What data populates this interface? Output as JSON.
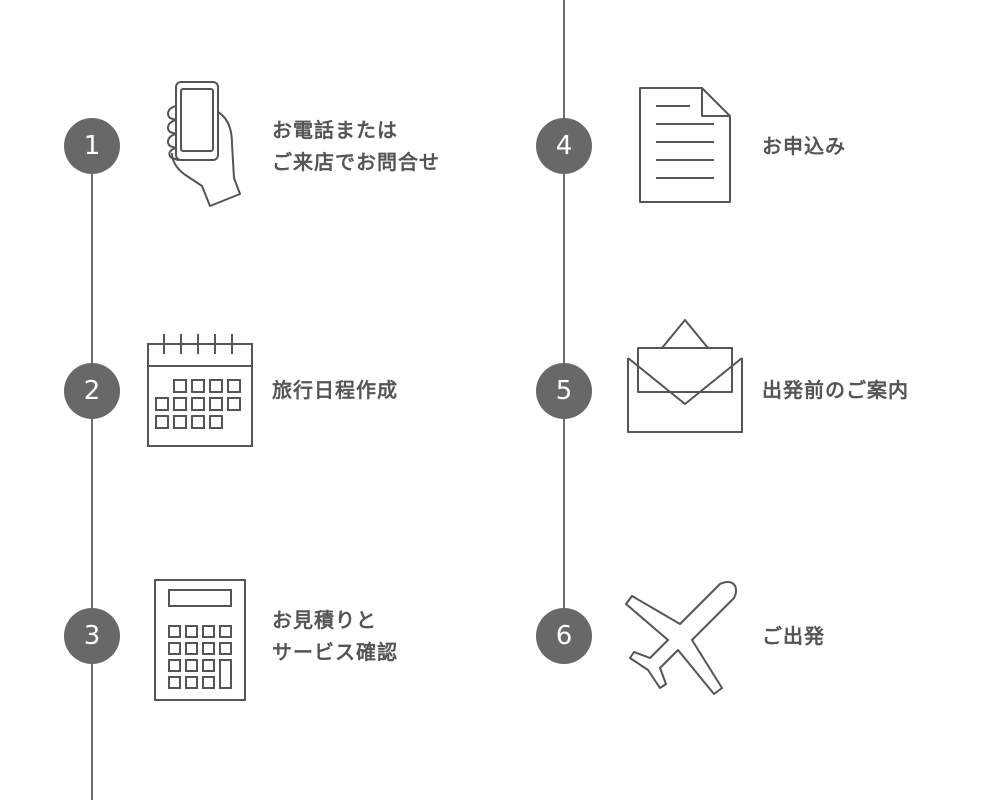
{
  "colors": {
    "line": "#6e6e6e",
    "circle": "#686868",
    "icon": "#555555",
    "text": "#555555"
  },
  "steps": [
    {
      "number": "1",
      "lines": [
        "お電話または",
        "ご来店でお問合せ"
      ],
      "icon": "smartphone-hand-icon"
    },
    {
      "number": "2",
      "lines": [
        "旅行日程作成"
      ],
      "icon": "calendar-icon"
    },
    {
      "number": "3",
      "lines": [
        "お見積りと",
        "サービス確認"
      ],
      "icon": "calculator-icon"
    },
    {
      "number": "4",
      "lines": [
        "お申込み"
      ],
      "icon": "document-icon"
    },
    {
      "number": "5",
      "lines": [
        "出発前のご案内"
      ],
      "icon": "envelope-icon"
    },
    {
      "number": "6",
      "lines": [
        "ご出発"
      ],
      "icon": "airplane-icon"
    }
  ]
}
